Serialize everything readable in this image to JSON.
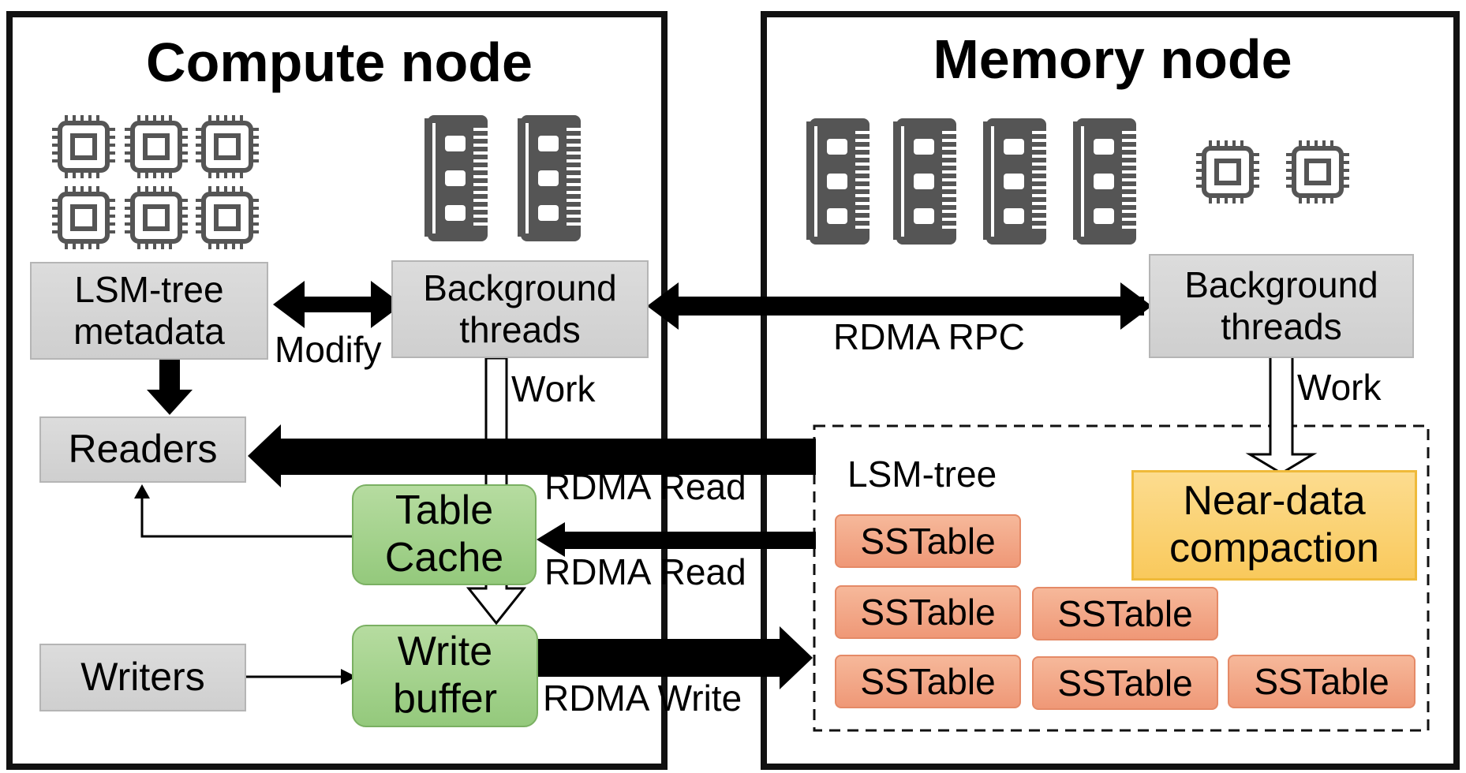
{
  "compute_node": {
    "title": "Compute node",
    "lsm_metadata": "LSM-tree\nmetadata",
    "background_threads": "Background\nthreads",
    "readers": "Readers",
    "table_cache": "Table\nCache",
    "write_buffer": "Write\nbuffer",
    "writers": "Writers",
    "modify_label": "Modify",
    "work_label": "Work"
  },
  "memory_node": {
    "title": "Memory node",
    "background_threads": "Background\nthreads",
    "work_label": "Work",
    "lsm_tree_label": "LSM-tree",
    "sstables": [
      "SSTable",
      "SSTable",
      "SSTable",
      "SSTable",
      "SSTable",
      "SSTable"
    ],
    "near_data_compaction": "Near-data\ncompaction"
  },
  "links": {
    "rdma_rpc": "RDMA RPC",
    "rdma_read_1": "RDMA Read",
    "rdma_read_2": "RDMA Read",
    "rdma_write": "RDMA Write"
  },
  "icons": {
    "compute_cpus": "cpu-chip-icon",
    "compute_memory": "memory-module-icon",
    "memory_memory": "memory-module-icon",
    "memory_cpus": "cpu-chip-icon"
  },
  "colors": {
    "border": "#111111",
    "gray_box": "#d4d4d4",
    "green_box": "#a5d38e",
    "orange_box": "#f2a584",
    "yellow_box": "#fad275",
    "icon": "#555555"
  }
}
